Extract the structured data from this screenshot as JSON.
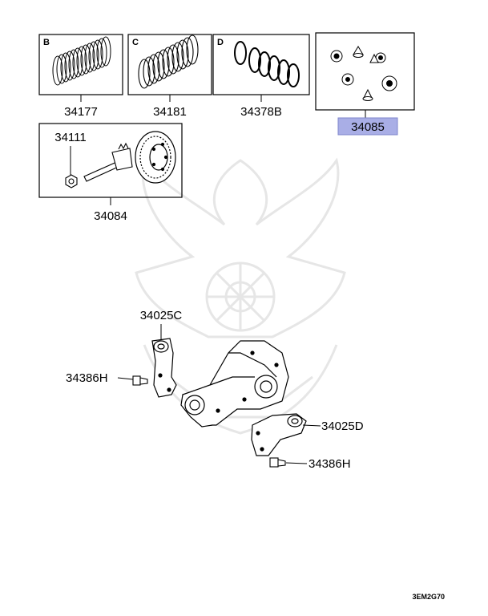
{
  "boxes": {
    "b": {
      "letter": "B",
      "part_number": "34177"
    },
    "c": {
      "letter": "C",
      "part_number": "34181"
    },
    "d": {
      "letter": "D",
      "part_number": "34378B"
    },
    "e": {
      "part_number": "34085"
    },
    "f": {
      "part_number_outside": "34084",
      "part_number_inside": "34111"
    }
  },
  "callouts": {
    "bracket_upper": "34025C",
    "bolt_left": "34386H",
    "bracket_lower": "34025D",
    "bolt_lower": "34386H"
  },
  "highlight_color": "#a9aee6",
  "diagram_code": "3EM2G70"
}
